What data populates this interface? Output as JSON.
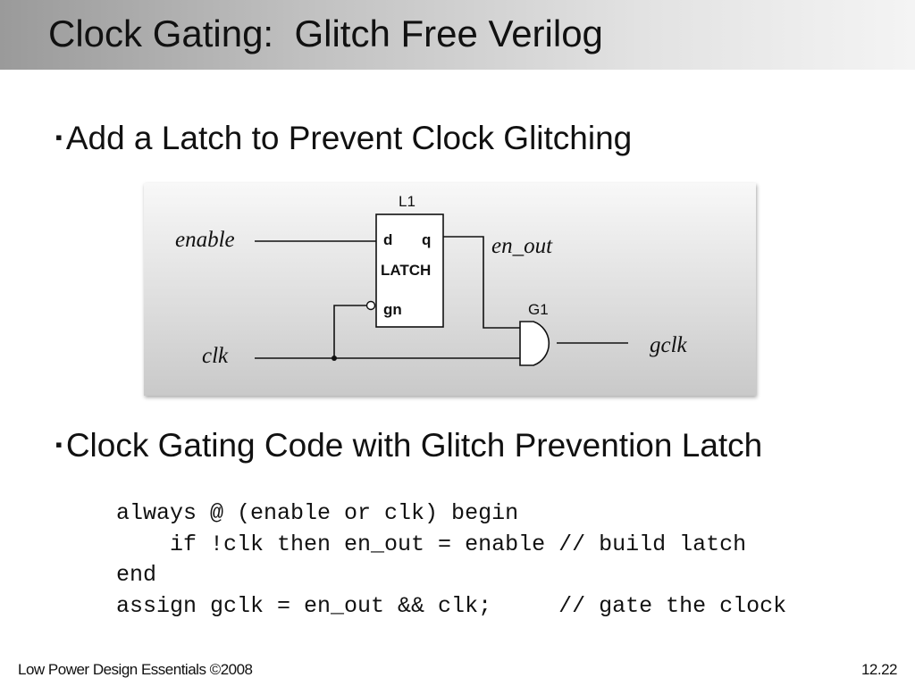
{
  "title": "Clock Gating:  Glitch Free Verilog",
  "bullets": {
    "marker": "▪",
    "first": "Add a Latch to Prevent Clock Glitching",
    "second": "Clock Gating Code with Glitch Prevention Latch"
  },
  "diagram": {
    "latch_ref": "L1",
    "latch_name": "LATCH",
    "latch_pins": {
      "d": "d",
      "q": "q",
      "gn": "gn"
    },
    "gate_ref": "G1",
    "signals": {
      "enable": "enable",
      "en_out": "en_out",
      "clk": "clk",
      "gclk": "gclk"
    }
  },
  "code": [
    "always @ (enable or clk) begin",
    "    if !clk then en_out = enable // build latch",
    "end",
    "assign gclk = en_out && clk;     // gate the clock"
  ],
  "footer": {
    "left": "Low Power Design Essentials ©2008",
    "right": "12.22"
  }
}
